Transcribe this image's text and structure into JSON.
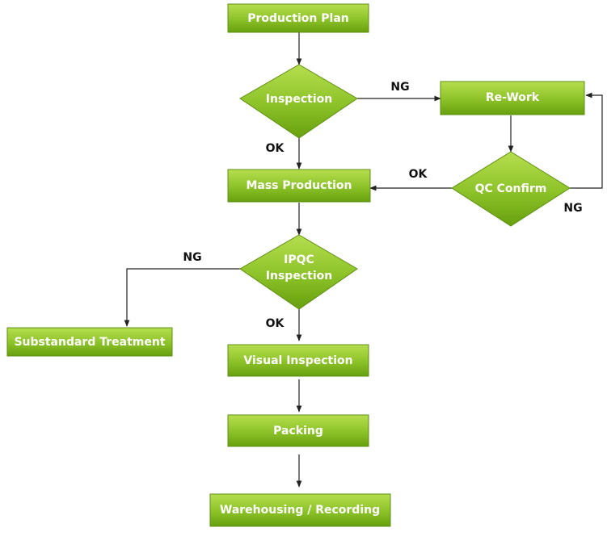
{
  "colors": {
    "node_light": "#b6de4f",
    "node_mid": "#8cc228",
    "node_dark": "#67a00f",
    "node_border": "#5f8f12",
    "arrow": "#222222",
    "label_text": "#ffffff",
    "edge_label_text": "#111111"
  },
  "nodes": {
    "production_plan": "Production Plan",
    "inspection": "Inspection",
    "rework": "Re-Work",
    "mass_production": "Mass Production",
    "qc_confirm": "QC Confirm",
    "ipqc_line1": "IPQC",
    "ipqc_line2": "Inspection",
    "substandard_treatment": "Substandard Treatment",
    "visual_inspection": "Visual Inspection",
    "packing": "Packing",
    "warehousing": "Warehousing / Recording"
  },
  "edge_labels": {
    "inspection_ng": "NG",
    "inspection_ok": "OK",
    "qc_ok": "OK",
    "qc_ng": "NG",
    "ipqc_ng": "NG",
    "ipqc_ok": "OK"
  }
}
